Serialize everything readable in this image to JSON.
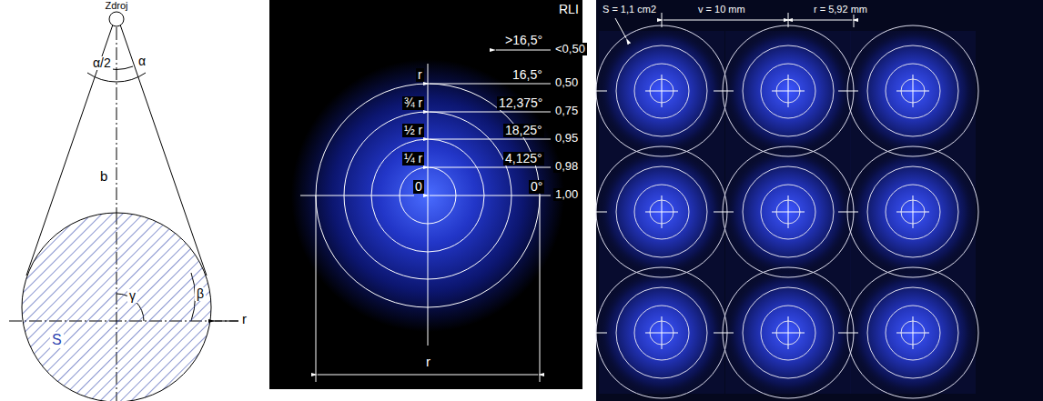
{
  "diagram": {
    "nodes": [
      {
        "text": [
          "Zdroj"
        ]
      },
      {
        "text": [
          "S"
        ]
      }
    ],
    "edges": [
      {
        "from": 0,
        "to": 1,
        "arrow": "none"
      }
    ],
    "labels": [
      "α/2",
      "α",
      "b",
      "γ",
      "β",
      "r",
      ">16,5°",
      "RLI",
      "<0,50",
      "r",
      "16,5°",
      "0,50",
      "¾ r",
      "12,375°",
      "0,75",
      "½ r",
      "18,25°",
      "0,95",
      "¼ r",
      "4,125°",
      "0,98",
      "0",
      "0°",
      "1,00",
      "r",
      "S = 1,1 cm2",
      "v = 10 mm",
      "r = 5,92 mm"
    ]
  }
}
